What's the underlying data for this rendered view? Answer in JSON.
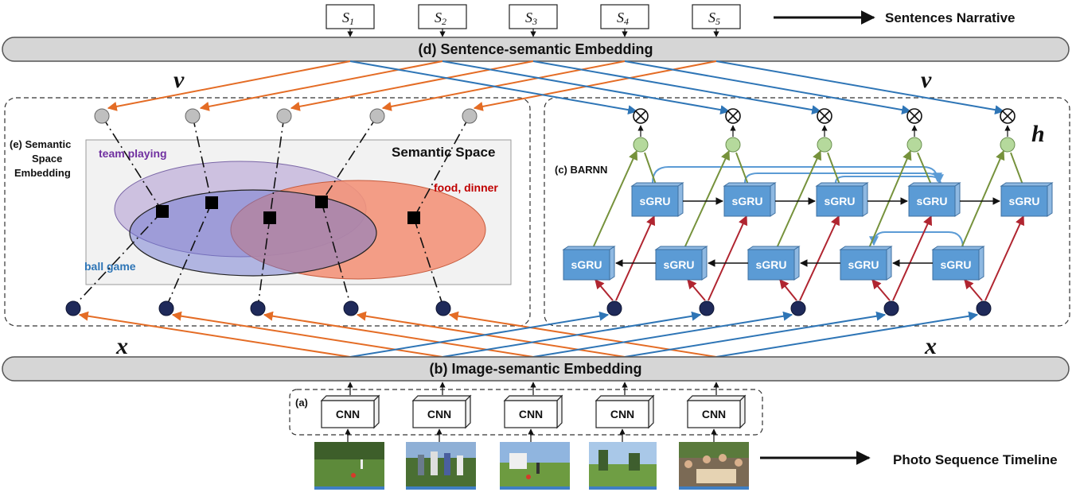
{
  "top": {
    "sentences": [
      "S1",
      "S2",
      "S3",
      "S4",
      "S5"
    ],
    "sentences_label": "Sentences Narrative",
    "sentence_bar": "(d) Sentence-semantic Embedding"
  },
  "vars": {
    "v_left": "v",
    "v_right": "v",
    "x_left": "x",
    "x_right": "x",
    "h": "h"
  },
  "semantic": {
    "title": "(e) Semantic Space Embedding",
    "title_lines": [
      "(e) Semantic",
      "Space",
      "Embedding"
    ],
    "space_label": "Semantic Space",
    "team_playing": "team playing",
    "ball_game": "ball game",
    "food_dinner": "food, dinner"
  },
  "barnn": {
    "title": "(c) BARNN",
    "gru_label": "sGRU"
  },
  "image_bar": "(b) Image-semantic Embedding",
  "cnn": {
    "label": "(a)",
    "unit": "CNN"
  },
  "timeline_label": "Photo Sequence Timeline",
  "colors": {
    "orange": "#e46c25",
    "blue": "#2e75b6",
    "dark_red": "#b02530",
    "olive": "#76923c",
    "node_dark": "#1f2a5a",
    "node_green": "#b5d99c",
    "node_gray": "#bfbfbf",
    "purple_ellipse": "#b9a6d6",
    "blue_ellipse": "#8a8fd6",
    "orange_ellipse": "#f3937a",
    "team_playing": "#7030a0",
    "ball_game": "#2e75b6",
    "food_dinner": "#c00000"
  }
}
